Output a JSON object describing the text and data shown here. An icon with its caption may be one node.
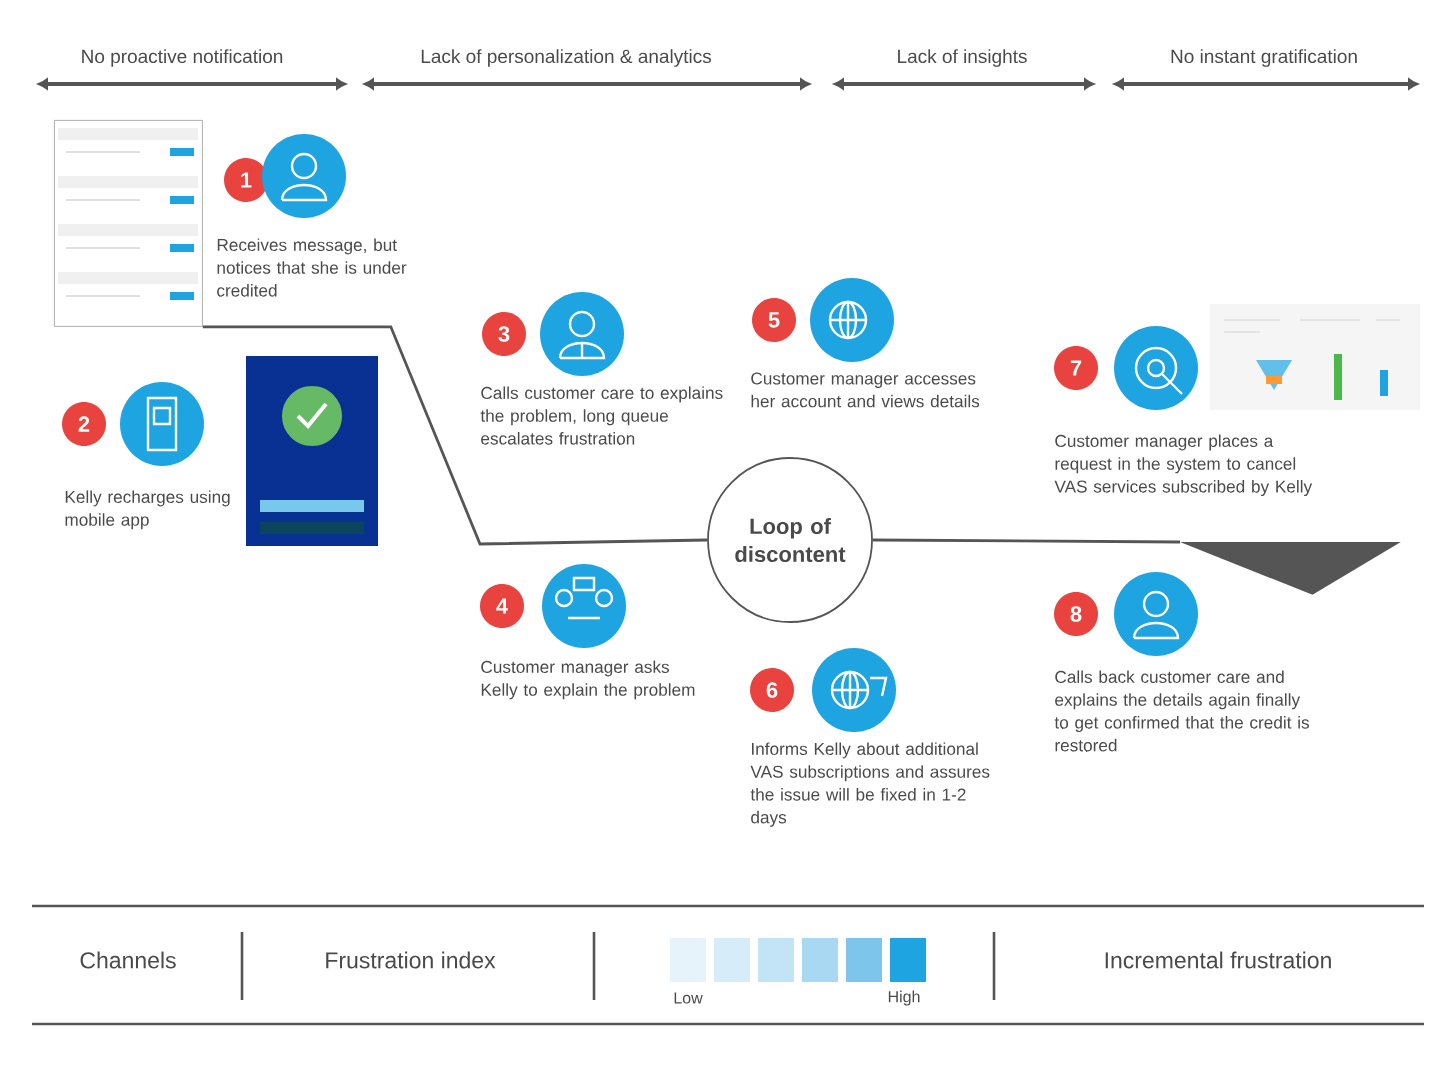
{
  "diagram": {
    "nodes": [
      {
        "text": [],
        "shape": "picture"
      },
      {
        "text": [
          "1",
          "Receives message, but notices that she is under credited"
        ]
      },
      {
        "text": [
          "2",
          "Kelly recharges using mobile app"
        ]
      },
      {
        "text": [
          "3",
          "Calls customer care to explains the problem, long queue escalates frustration"
        ]
      },
      {
        "text": [
          "4",
          "Customer manager asks Kelly to explain the problem"
        ]
      },
      {
        "text": [
          "5",
          "Customer manager accesses her account and views details"
        ]
      },
      {
        "text": [
          "6",
          "Informs Kelly about additional VAS subscriptions and assures the issue will be fixed in 1-2 days"
        ]
      },
      {
        "text": [
          "7",
          "Customer manager places a request in the system to cancel VAS services subscribed by Kelly"
        ]
      },
      {
        "text": [
          "8",
          "Calls back customer care and explains the details again finally to get confirmed that the credit is restored"
        ]
      },
      {
        "text": [
          "Loop of discontent"
        ]
      },
      {
        "text": [],
        "shape": "triangle"
      }
    ],
    "edges": [
      {
        "from": 0,
        "to": 9,
        "arrow": "none"
      },
      {
        "from": 9,
        "to": 10,
        "arrow": "none"
      }
    ],
    "labels": [
      "No proactive notification",
      "Lack of personalization & analytics",
      "Lack of insights",
      "No instant gratification",
      "Channels",
      "Frustration index",
      "Low",
      "High",
      "Incremental frustration"
    ]
  }
}
